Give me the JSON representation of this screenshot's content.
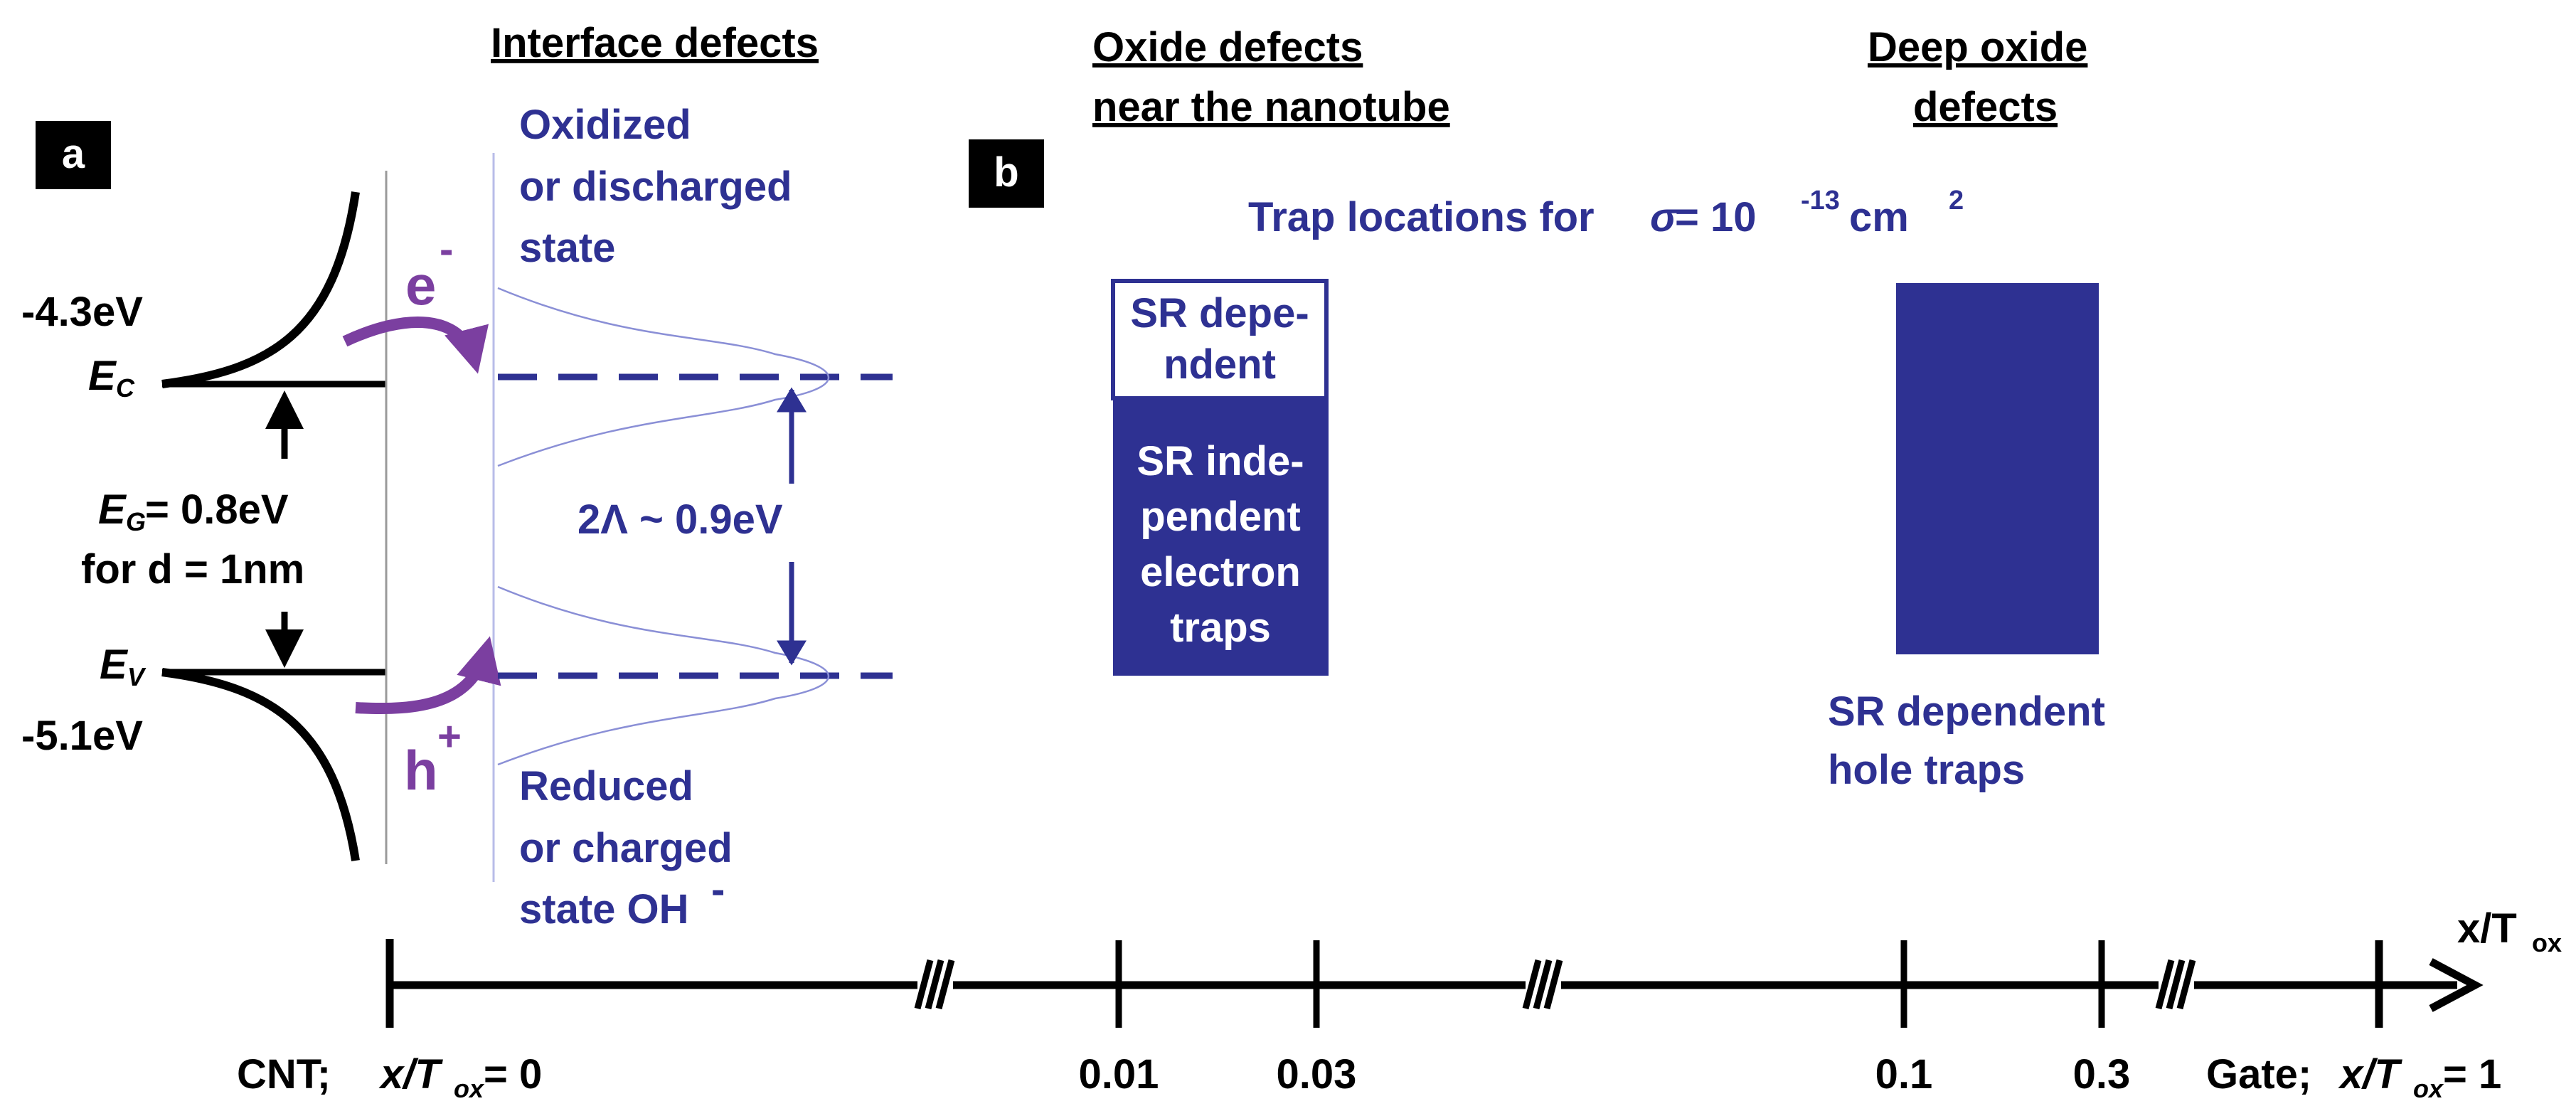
{
  "headers": {
    "interface": "Interface defects",
    "oxide_near_line1": "Oxide defects",
    "oxide_near_line2": "near the nanotube",
    "deep_line1": "Deep oxide",
    "deep_line2": "defects"
  },
  "panel_a": {
    "badge": "a",
    "ec_energy": "-4.3eV",
    "ec_symbol": "E",
    "ec_sub": "C",
    "ev_symbol": "E",
    "ev_sub": "V",
    "ev_energy": "-5.1eV",
    "gap_symbol": "E",
    "gap_sub": "G",
    "gap_value": "= 0.8eV",
    "gap_condition": "for d = 1nm",
    "electron": "e",
    "electron_charge": "-",
    "hole": "h",
    "hole_charge": "+",
    "oxidized_line1": "Oxidized",
    "oxidized_line2": "or discharged",
    "oxidized_line3": "state",
    "reduced_line1": "Reduced",
    "reduced_line2": "or charged",
    "reduced_line3": "state OH",
    "reduced_charge": "-",
    "lambda": "2Λ ~ 0.9eV"
  },
  "panel_b": {
    "badge": "b",
    "trap_title_prefix": "Trap locations for ",
    "trap_title_sigma": "σ",
    "trap_title_mid": " = 10",
    "trap_title_exp": "-13",
    "trap_title_unit": " cm",
    "trap_title_unit_exp": "2",
    "sr_dep_line1": "SR depe-",
    "sr_dep_line2": "ndent",
    "sr_indep_line1": "SR inde-",
    "sr_indep_line2": "pendent",
    "sr_indep_line3": "electron",
    "sr_indep_line4": "traps",
    "hole_line1": "SR dependent",
    "hole_line2": "hole traps"
  },
  "axis": {
    "label_x": "x/T",
    "label_sub": "ox",
    "cnt_prefix": "CNT; ",
    "cnt_var": "x/T",
    "cnt_sub": "ox",
    "cnt_value": " = 0",
    "gate_prefix": "Gate; ",
    "gate_var": "x/T",
    "gate_sub": "ox",
    "gate_value": " = 1",
    "ticks": [
      "0.01",
      "0.03",
      "0.1",
      "0.3"
    ]
  },
  "colors": {
    "defect_blue": "#2e3192",
    "carrier_purple": "#7b3fa0",
    "curve_lavender": "#8a8fd6",
    "axis_black": "#000000"
  }
}
